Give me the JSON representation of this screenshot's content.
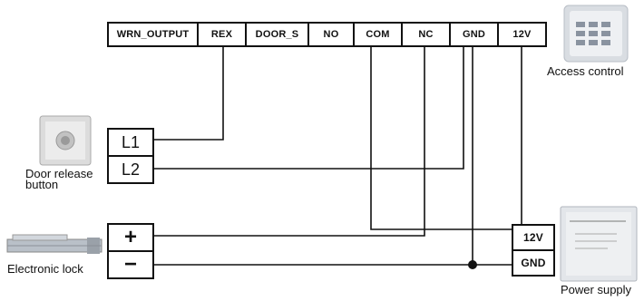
{
  "controller": {
    "terminals": [
      "WRN_OUTPUT",
      "REX",
      "DOOR_S",
      "NO",
      "COM",
      "NC",
      "GND",
      "12V"
    ]
  },
  "door_release": {
    "label": "Door release\nbutton",
    "terminals": [
      "L1",
      "L2"
    ]
  },
  "electronic_lock": {
    "label": "Electronic lock",
    "terminals": [
      "+",
      "−"
    ]
  },
  "power_supply": {
    "label": "Power supply",
    "terminals": [
      "12V",
      "GND"
    ]
  },
  "access_control": {
    "label": "Access control"
  }
}
